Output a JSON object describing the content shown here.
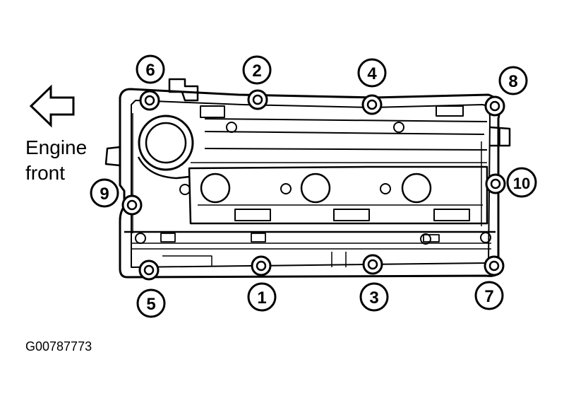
{
  "direction_label": {
    "line1": "Engine",
    "line2": "front"
  },
  "figure_id": "G00787773",
  "bolt_sequence": [
    {
      "number": "1"
    },
    {
      "number": "2"
    },
    {
      "number": "3"
    },
    {
      "number": "4"
    },
    {
      "number": "5"
    },
    {
      "number": "6"
    },
    {
      "number": "7"
    },
    {
      "number": "8"
    },
    {
      "number": "9"
    },
    {
      "number": "10"
    }
  ],
  "colors": {
    "ink": "#000000",
    "paper": "#ffffff"
  }
}
